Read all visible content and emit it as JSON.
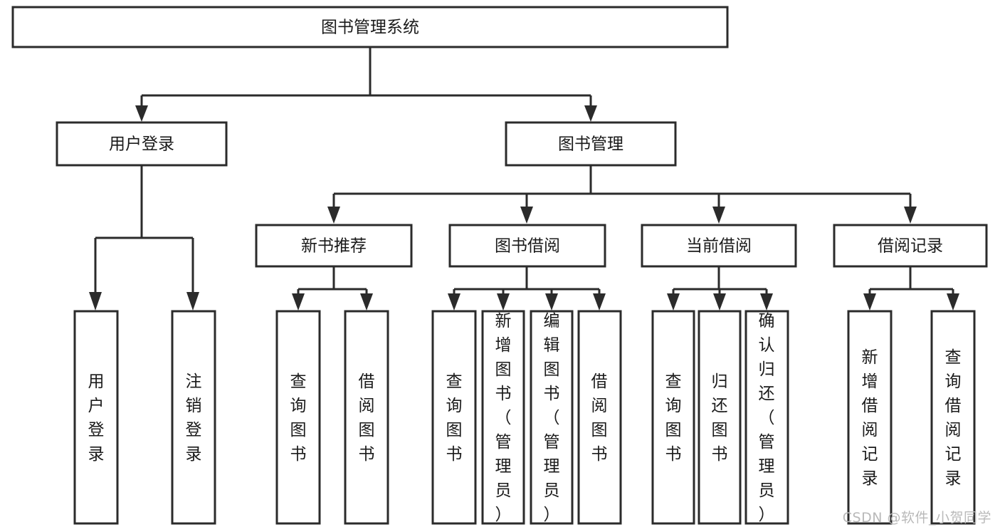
{
  "diagram": {
    "type": "tree-hierarchy",
    "title": "图书管理系统",
    "root": {
      "id": "root",
      "label": "图书管理系统",
      "orientation": "horizontal"
    },
    "level2": [
      {
        "id": "user-login",
        "label": "用户登录",
        "orientation": "horizontal"
      },
      {
        "id": "book-manage",
        "label": "图书管理",
        "orientation": "horizontal"
      }
    ],
    "level3": [
      {
        "id": "new-book-recommend",
        "label": "新书推荐",
        "orientation": "horizontal",
        "parent": "book-manage"
      },
      {
        "id": "book-borrow",
        "label": "图书借阅",
        "orientation": "horizontal",
        "parent": "book-manage"
      },
      {
        "id": "current-borrow",
        "label": "当前借阅",
        "orientation": "horizontal",
        "parent": "book-manage"
      },
      {
        "id": "borrow-record",
        "label": "借阅记录",
        "orientation": "horizontal",
        "parent": "book-manage"
      }
    ],
    "leaves": [
      {
        "id": "leaf-user-login",
        "label": "用户登录",
        "orientation": "vertical",
        "parent": "user-login"
      },
      {
        "id": "leaf-user-logout",
        "label": "注销登录",
        "orientation": "vertical",
        "parent": "user-login"
      },
      {
        "id": "leaf-query-book-1",
        "label": "查询图书",
        "orientation": "vertical",
        "parent": "new-book-recommend"
      },
      {
        "id": "leaf-borrow-book-1",
        "label": "借阅图书",
        "orientation": "vertical",
        "parent": "new-book-recommend"
      },
      {
        "id": "leaf-query-book-2",
        "label": "查询图书",
        "orientation": "vertical",
        "parent": "book-borrow"
      },
      {
        "id": "leaf-add-book",
        "label": "新增图书（管理员）",
        "orientation": "vertical",
        "parent": "book-borrow"
      },
      {
        "id": "leaf-edit-book",
        "label": "编辑图书（管理员）",
        "orientation": "vertical",
        "parent": "book-borrow"
      },
      {
        "id": "leaf-borrow-book-2",
        "label": "借阅图书",
        "orientation": "vertical",
        "parent": "book-borrow"
      },
      {
        "id": "leaf-query-book-3",
        "label": "查询图书",
        "orientation": "vertical",
        "parent": "current-borrow"
      },
      {
        "id": "leaf-return-book",
        "label": "归还图书",
        "orientation": "vertical",
        "parent": "current-borrow"
      },
      {
        "id": "leaf-confirm-return",
        "label": "确认归还（管理员）",
        "orientation": "vertical",
        "parent": "current-borrow"
      },
      {
        "id": "leaf-add-record",
        "label": "新增借阅记录",
        "orientation": "vertical",
        "parent": "borrow-record"
      },
      {
        "id": "leaf-query-record",
        "label": "查询借阅记录",
        "orientation": "vertical",
        "parent": "borrow-record"
      }
    ],
    "colors": {
      "stroke": "#2b2b2b",
      "fill": "#ffffff",
      "text": "#1a1a1a",
      "watermark": "#b9b9b9",
      "background": "#ffffff"
    }
  },
  "watermark": {
    "text": "CSDN @软件_小贺同学"
  }
}
